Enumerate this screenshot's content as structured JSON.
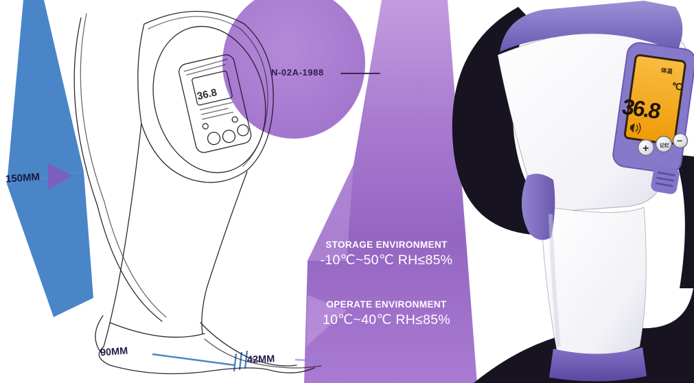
{
  "callouts": {
    "top_label": "N-02A-1988",
    "height_label": "150MM",
    "length_label": "90MM",
    "width_label": "42MM"
  },
  "sketch": {
    "display_value": "36.8"
  },
  "env_banner": {
    "storage": {
      "title": "STORAGE ENVIRONMENT",
      "value": "-10℃~50℃  RH≤85%"
    },
    "operate": {
      "title": "OPERATE ENVIRONMENT",
      "value": "10℃~40℃  RH≤85%"
    }
  },
  "device": {
    "lcd": {
      "value": "36.8",
      "unit": "℃",
      "mode_label": "体温",
      "icon": "speaker-icon"
    },
    "buttons": {
      "plus": "+",
      "mode": "记忆",
      "minus": "−"
    }
  },
  "colors": {
    "accent_blue": "#4a85c8",
    "banner_purple_light": "#bf97de",
    "banner_purple_mid": "#9a6cc6",
    "banner_purple_deep": "#a87cd2",
    "device_purple": "#8478c8",
    "device_purple_dark": "#6a58b0",
    "lcd_orange": "#f5a41c",
    "label_navy": "#221a44",
    "sketch_ink": "#1c1420",
    "silhouette_dark": "#171321"
  }
}
